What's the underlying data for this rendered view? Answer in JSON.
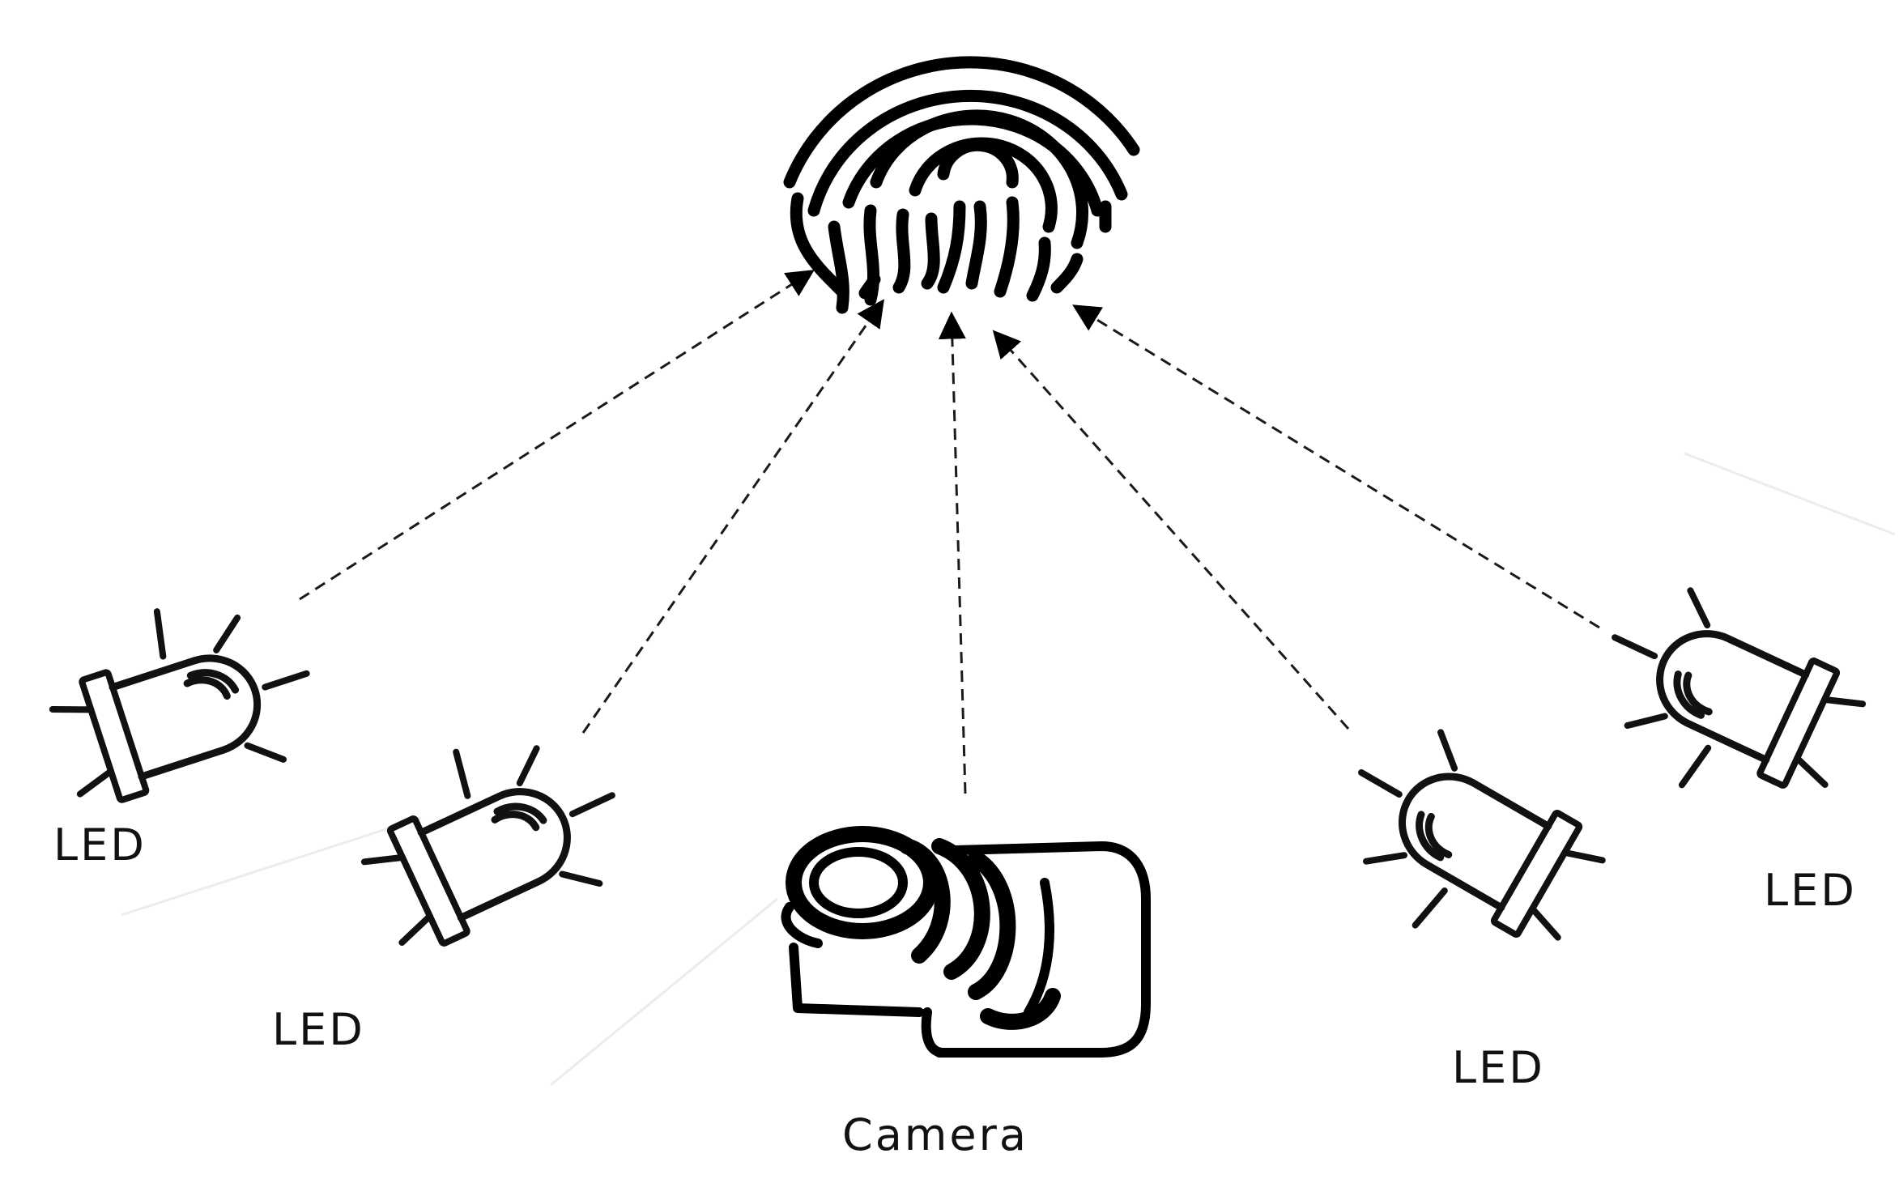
{
  "labels": {
    "led_1": "LED",
    "led_2": "LED",
    "led_3": "LED",
    "led_4": "LED",
    "camera": "Camera"
  },
  "colors": {
    "stroke": "#000000",
    "background": "#ffffff"
  },
  "icons": [
    "fingerprint-icon",
    "led-icon",
    "camera-icon"
  ]
}
